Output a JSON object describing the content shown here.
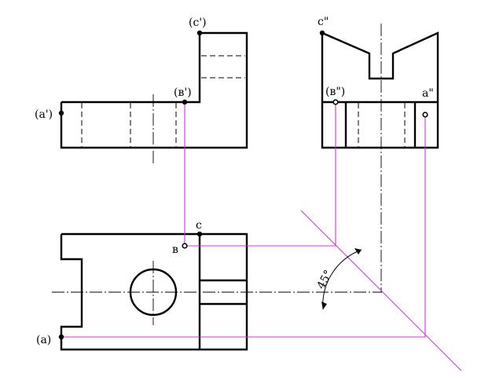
{
  "colors": {
    "projection": "#d633d6",
    "line": "#000000",
    "background": "#ffffff"
  },
  "labels": {
    "c_front": "(c')",
    "b_front": "(в')",
    "a_front": "(a')",
    "c_side": "c\"",
    "b_side": "(в\")",
    "a_side": "a\"",
    "c_top": "c",
    "b_top": "в",
    "a_top": "(a)",
    "angle": "45°"
  }
}
